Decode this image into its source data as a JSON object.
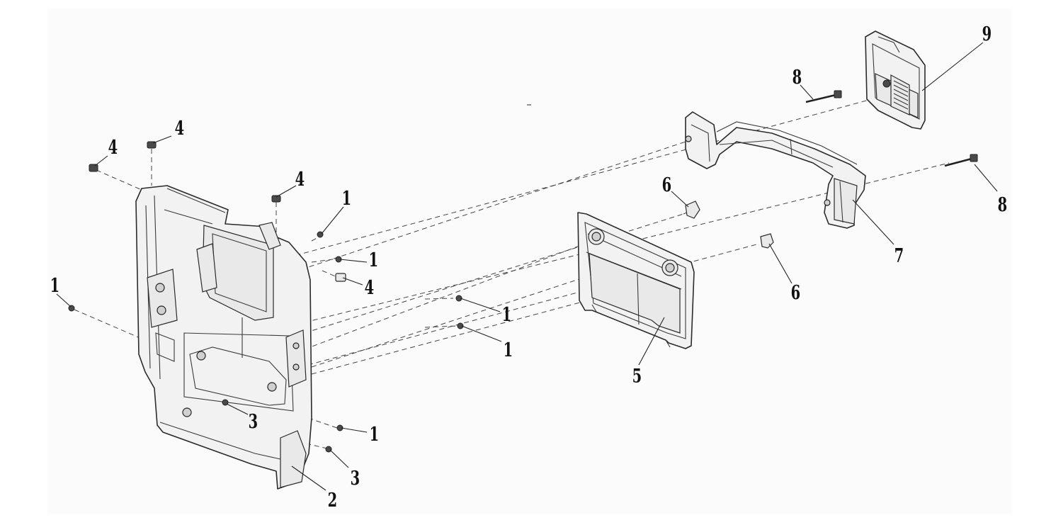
{
  "callouts": {
    "c1a": "1",
    "c1b": "1",
    "c1c": "1",
    "c1d": "1",
    "c1e": "1",
    "c1f": "1",
    "c2": "2",
    "c3a": "3",
    "c3b": "3",
    "c4a": "4",
    "c4b": "4",
    "c4c": "4",
    "c4d": "4",
    "c5": "5",
    "c6a": "6",
    "c6b": "6",
    "c7": "7",
    "c8a": "8",
    "c8b": "8",
    "c9": "9"
  }
}
